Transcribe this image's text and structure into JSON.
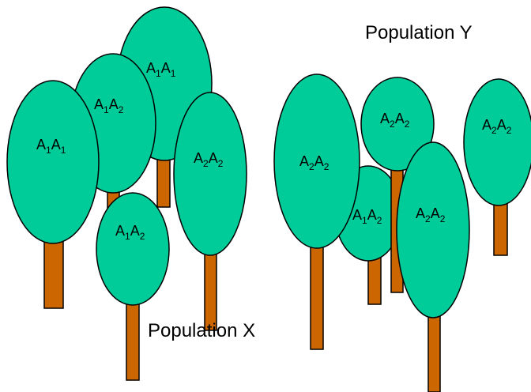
{
  "population_x": {
    "label": "Population  X",
    "trees": [
      {
        "a1": "A",
        "s1": "1",
        "a2": "A",
        "s2": "1"
      },
      {
        "a1": "A",
        "s1": "1",
        "a2": "A",
        "s2": "2"
      },
      {
        "a1": "A",
        "s1": "1",
        "a2": "A",
        "s2": "1"
      },
      {
        "a1": "A",
        "s1": "2",
        "a2": "A",
        "s2": "2"
      },
      {
        "a1": "A",
        "s1": "1",
        "a2": "A",
        "s2": "2"
      }
    ]
  },
  "population_y": {
    "label": "Population  Y",
    "trees": [
      {
        "a1": "A",
        "s1": "2",
        "a2": "A",
        "s2": "2"
      },
      {
        "a1": "A",
        "s1": "2",
        "a2": "A",
        "s2": "2"
      },
      {
        "a1": "A",
        "s1": "2",
        "a2": "A",
        "s2": "2"
      },
      {
        "a1": "A",
        "s1": "1",
        "a2": "A",
        "s2": "2"
      },
      {
        "a1": "A",
        "s1": "2",
        "a2": "A",
        "s2": "2"
      }
    ]
  },
  "colors": {
    "crown": "#00cc99",
    "trunk": "#cc6600",
    "outline": "#000000",
    "background": "#ffffff"
  }
}
